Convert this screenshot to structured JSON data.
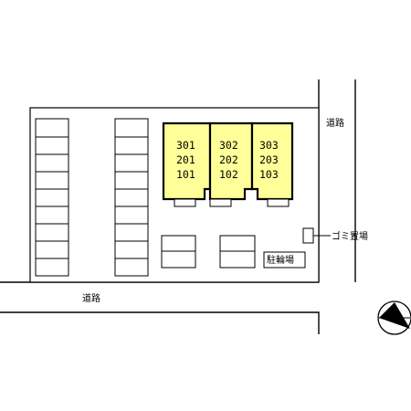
{
  "roads": {
    "east_label": "道路",
    "south_label": "道路"
  },
  "buildings": [
    {
      "units": [
        "301",
        "201",
        "101"
      ]
    },
    {
      "units": [
        "302",
        "202",
        "102"
      ]
    },
    {
      "units": [
        "303",
        "203",
        "103"
      ]
    }
  ],
  "garbage_label": "ゴミ置場",
  "bicycle_label": "駐輪場",
  "colors": {
    "building_fill": "#ffff99",
    "line": "#000000",
    "background": "#ffffff"
  },
  "compass_icon": "north-arrow-icon"
}
